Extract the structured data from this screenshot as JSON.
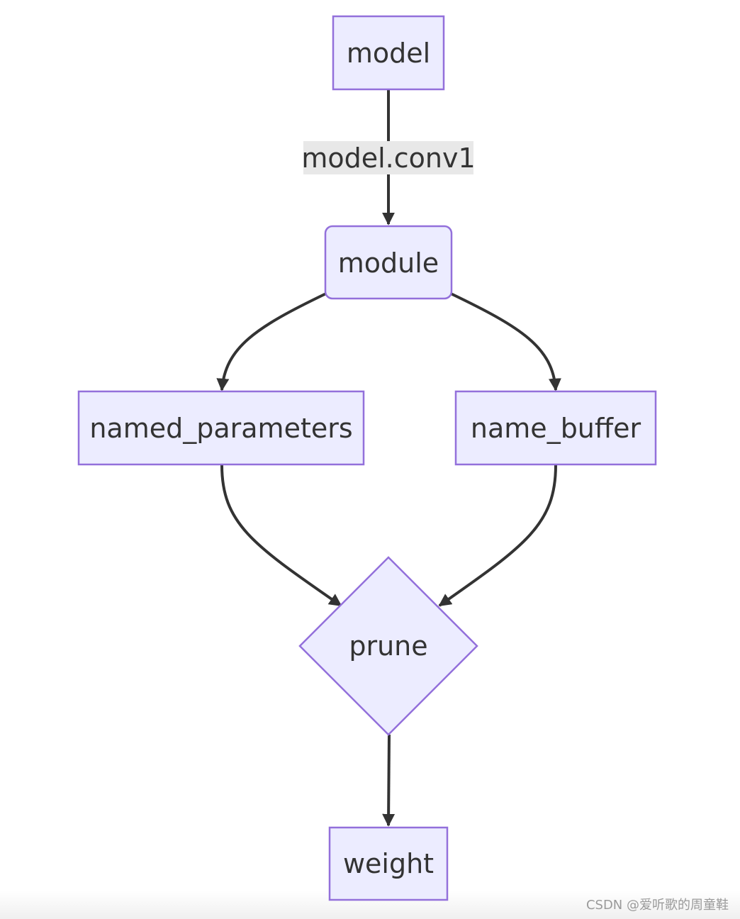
{
  "diagram": {
    "nodes": {
      "model": "model",
      "module": "module",
      "named_parameters": "named_parameters",
      "name_buffer": "name_buffer",
      "prune": "prune",
      "weight": "weight"
    },
    "edge_labels": {
      "model_to_module": "model.conv1"
    }
  },
  "watermark": "CSDN @爱听歌的周童鞋",
  "colors": {
    "node_fill": "#ECECFF",
    "node_stroke": "#9370DB",
    "edge": "#333333",
    "label_bg": "#E8E8E8"
  }
}
